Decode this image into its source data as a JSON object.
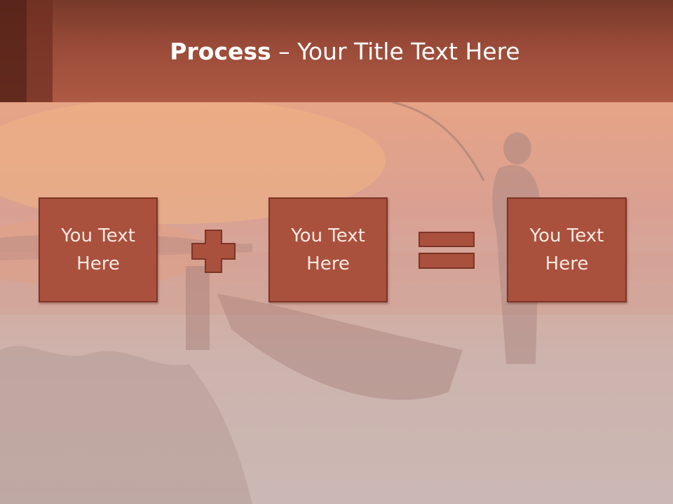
{
  "slide": {
    "title_bold": "Process",
    "title_rest": " – Your Title Text Here"
  },
  "process": {
    "boxes": [
      {
        "line1": "You Text",
        "line2": "Here"
      },
      {
        "line1": "You Text",
        "line2": "Here"
      },
      {
        "line1": "You Text",
        "line2": "Here"
      }
    ],
    "operators": [
      "plus-icon",
      "equals-icon"
    ]
  },
  "colors": {
    "header": "#a9513d",
    "box_fill": "#a9513d",
    "box_border": "#7c3426",
    "text": "#ffffff"
  }
}
